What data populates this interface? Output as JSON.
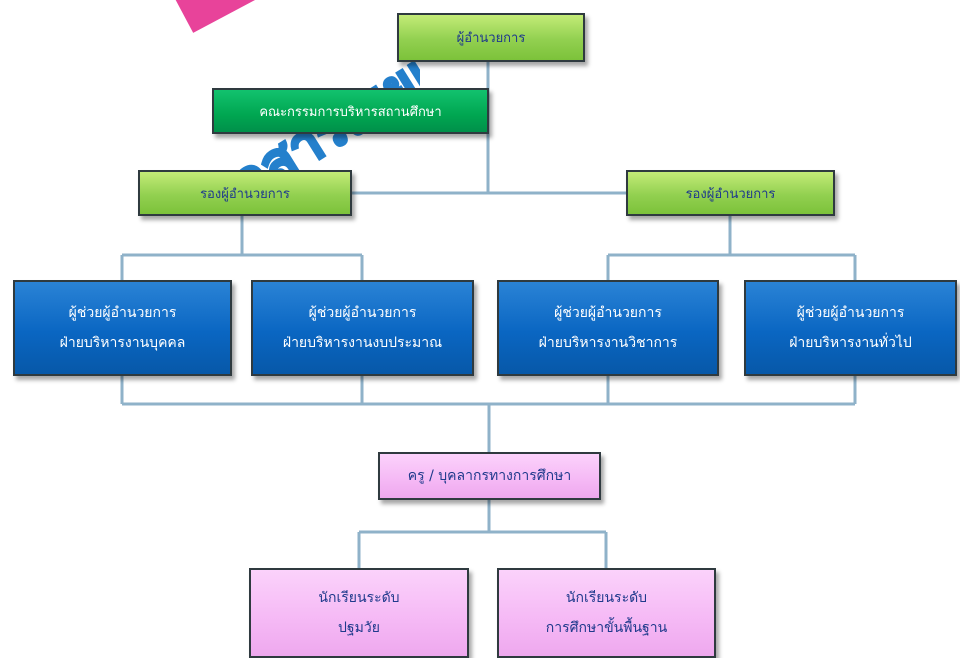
{
  "watermark": {
    "text": "เอกสารเผยแพร่"
  },
  "nodes": {
    "director": "ผู้อำนวยการ",
    "board": "คณะกรรมการบริหารสถานศึกษา",
    "deputy_left": "รองผู้อำนวยการ",
    "deputy_right": "รองผู้อำนวยการ",
    "assistants": [
      {
        "line1": "ผู้ช่วยผู้อำนวยการ",
        "line2": "ฝ่ายบริหารงานบุคคล"
      },
      {
        "line1": "ผู้ช่วยผู้อำนวยการ",
        "line2": "ฝ่ายบริหารงานงบประมาณ"
      },
      {
        "line1": "ผู้ช่วยผู้อำนวยการ",
        "line2": "ฝ่ายบริหารงานวิชาการ"
      },
      {
        "line1": "ผู้ช่วยผู้อำนวยการ",
        "line2": "ฝ่ายบริหารงานทั่วไป"
      }
    ],
    "teachers": "ครู / บุคลากรทางการศึกษา",
    "students": [
      {
        "line1": "นักเรียนระดับ",
        "line2": "ปฐมวัย"
      },
      {
        "line1": "นักเรียนระดับ",
        "line2": "การศึกษาขั้นพื้นฐาน"
      }
    ]
  },
  "colors": {
    "lime": "#92d050",
    "green": "#00a651",
    "blue": "#0a66c2",
    "pink": "#f5b8f5",
    "connector": "#8fb2c9",
    "watermark_pink": "#e8439a",
    "watermark_blue": "#0d73c7"
  }
}
